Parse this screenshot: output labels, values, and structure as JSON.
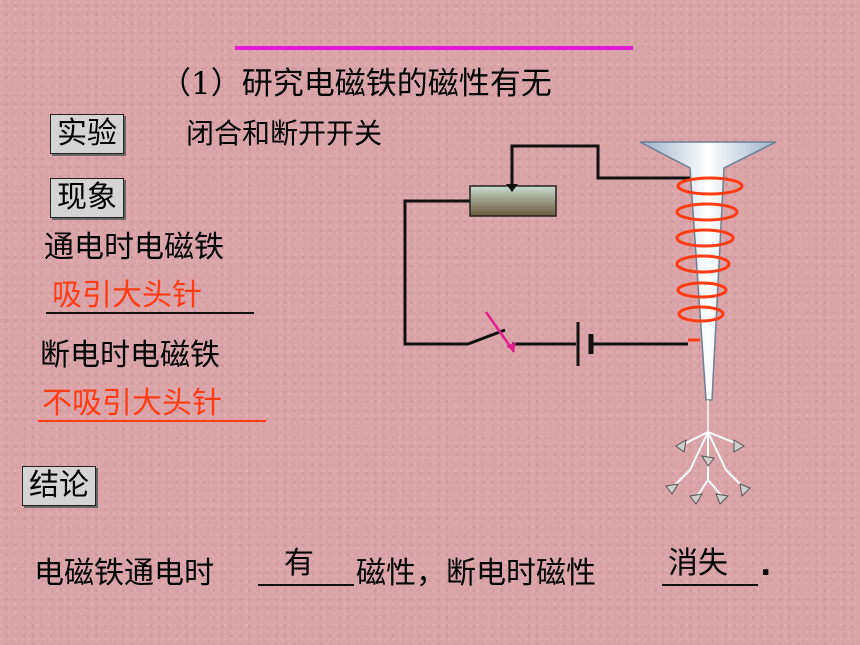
{
  "title": "（1）研究电磁铁的磁性有无",
  "experiment": {
    "label": "实验",
    "step": "闭合和断开开关"
  },
  "phenomenon": {
    "label": "现象",
    "on_text": "通电时电磁铁",
    "on_answer": "吸引大头针",
    "off_text": "断电时电磁铁",
    "off_answer": "不吸引大头针"
  },
  "conclusion": {
    "label": "结论",
    "sentence_part1": "电磁铁通电时",
    "blank1_answer": "有",
    "sentence_part2": "磁性，断电时磁性",
    "blank2_answer": "消失",
    "sentence_end": "."
  },
  "colors": {
    "title_line": "#e51ad9",
    "answer_red": "#ff3b14",
    "coil": "#ff3b14",
    "wire": "#111111",
    "switch_arm": "#e0208a"
  }
}
